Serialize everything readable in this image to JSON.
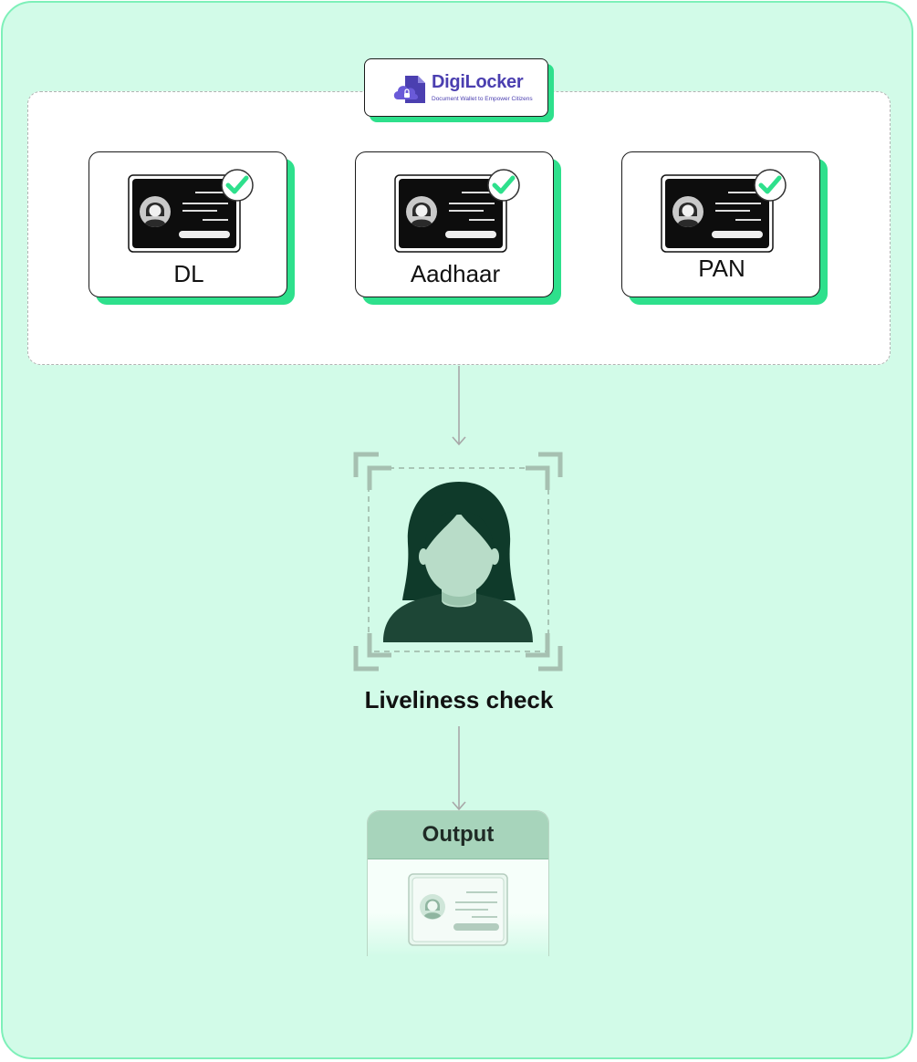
{
  "source": {
    "brand": "DigiLocker",
    "tagline": "Document Wallet to Empower Citizens"
  },
  "documents": [
    {
      "label": "DL"
    },
    {
      "label": "Aadhaar"
    },
    {
      "label": "PAN"
    }
  ],
  "liveliness": {
    "label": "Liveliness check"
  },
  "output": {
    "title": "Output"
  },
  "colors": {
    "background": "#d2fbe8",
    "accent_green": "#2ee08c",
    "brand_purple": "#4b3fb0",
    "output_header": "#a7d4bb"
  },
  "icons": [
    "cloud-lock-icon",
    "id-card-icon",
    "checkmark-icon",
    "person-icon",
    "face-scan-frame-icon"
  ]
}
